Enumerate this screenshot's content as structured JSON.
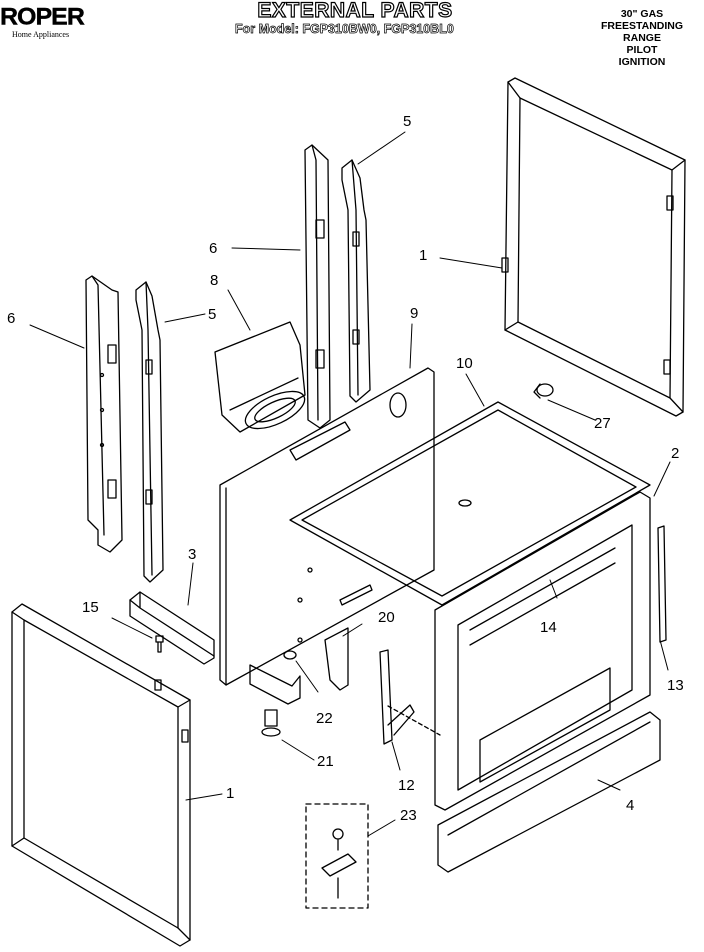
{
  "brand": {
    "name": "ROPER",
    "tagline": "Home Appliances"
  },
  "header": {
    "title": "EXTERNAL PARTS",
    "model_line": "For Model: FGP310BW0, FGP310BL0"
  },
  "spec": [
    "30\" GAS",
    "FREESTANDING",
    "RANGE",
    "PILOT",
    "IGNITION"
  ],
  "callouts": [
    "1",
    "1",
    "2",
    "3",
    "4",
    "5",
    "5",
    "6",
    "6",
    "8",
    "9",
    "10",
    "12",
    "13",
    "14",
    "15",
    "20",
    "21",
    "22",
    "23",
    "27"
  ]
}
